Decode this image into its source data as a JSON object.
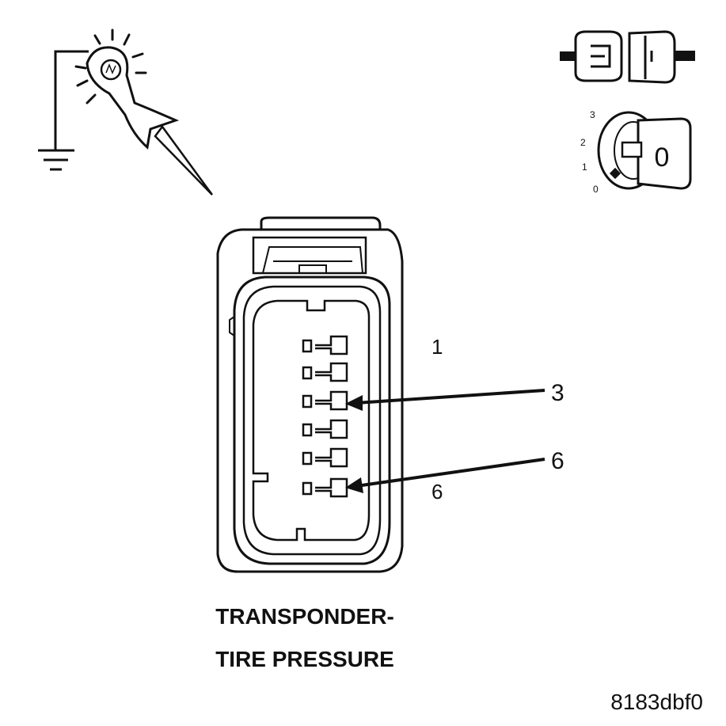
{
  "connector": {
    "pin_labels": {
      "pin_1": "1",
      "pin_6": "6"
    },
    "callouts": {
      "pin_3": "3",
      "pin_6": "6"
    }
  },
  "ignition_key": {
    "scale": [
      "3",
      "2",
      "1",
      "0"
    ],
    "key_label": "0"
  },
  "caption": {
    "line1": "TRANSPONDER-",
    "line2": "TIRE PRESSURE"
  },
  "figure_id": "8183dbf0",
  "icons": {
    "test_probe": "test-light-probe-icon",
    "ground": "ground-symbol-icon",
    "connector": "disconnected-connector-icon",
    "ignition": "ignition-switch-off-icon"
  }
}
